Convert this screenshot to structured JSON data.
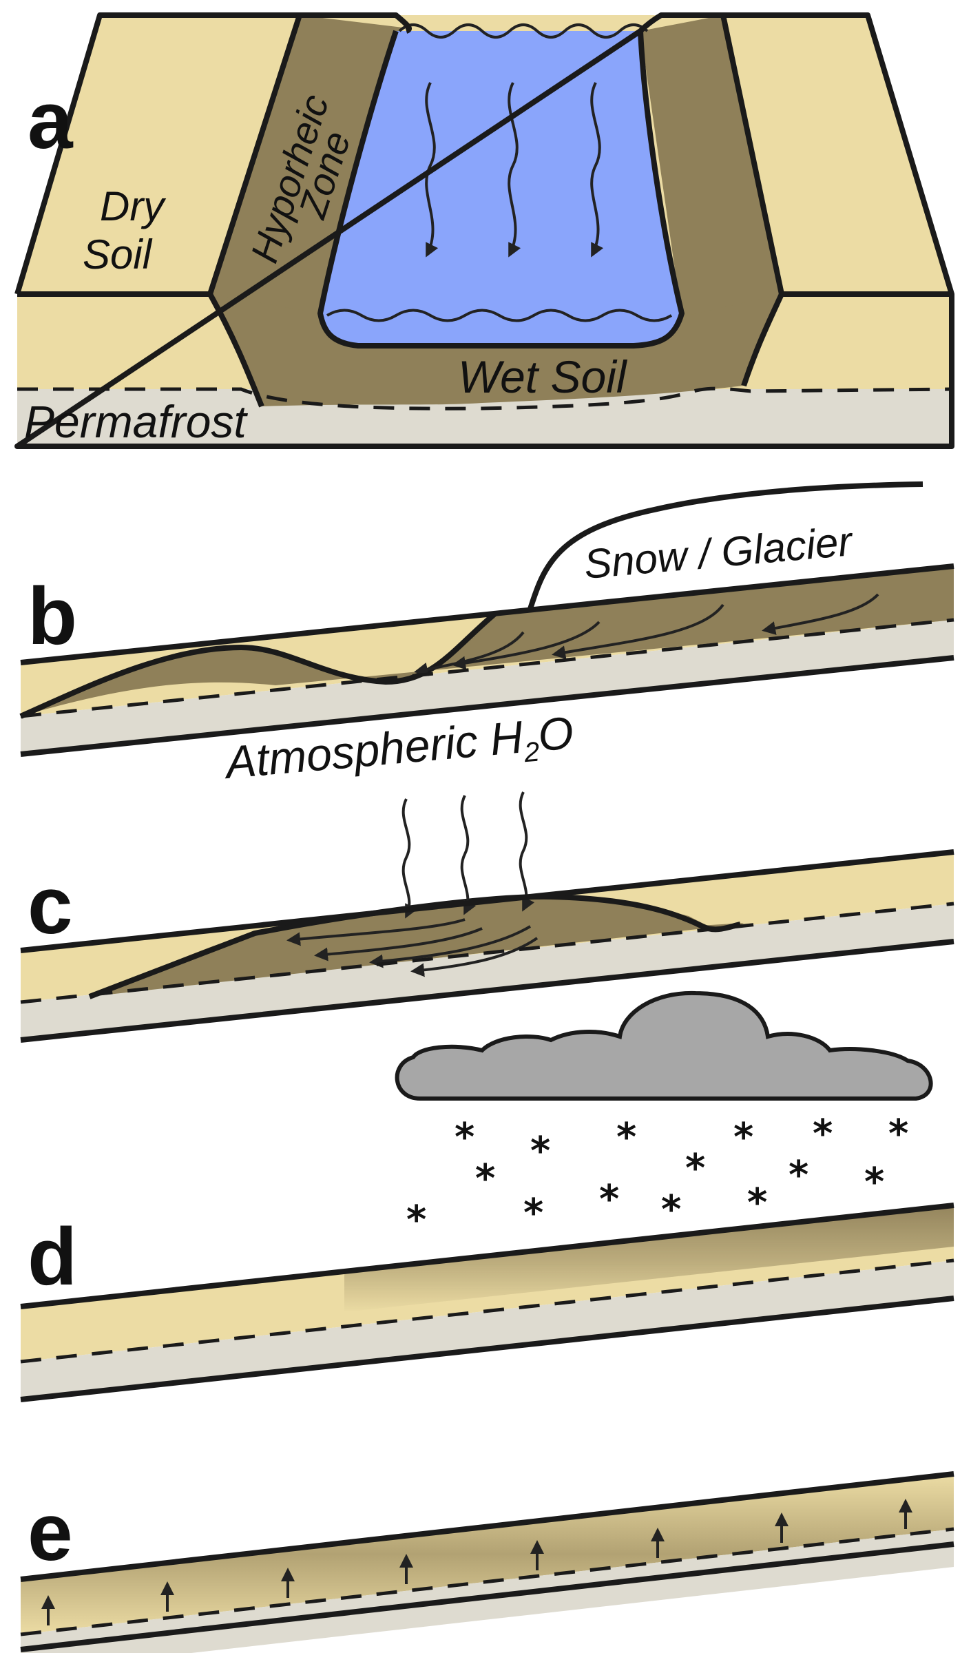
{
  "colors": {
    "dry_soil": "#ecdca4",
    "wet_soil": "#8f8059",
    "water": "#8aa5fb",
    "permafrost": "#dedbd0",
    "cloud": "#a7a7a7",
    "outline": "#1a1a1a"
  },
  "panels": {
    "a": {
      "letter": "a",
      "labels": {
        "dry_soil_line1": "Dry",
        "dry_soil_line2": "Soil",
        "hyporheic_line1": "Hyporheic",
        "hyporheic_line2": "Zone",
        "wet_soil": "Wet Soil",
        "permafrost": "Permafrost"
      }
    },
    "b": {
      "letter": "b",
      "labels": {
        "snow_glacier": "Snow / Glacier"
      }
    },
    "c": {
      "letter": "c",
      "labels": {
        "atmospheric": "Atmospheric H",
        "subscript": "2",
        "suffix": "O"
      }
    },
    "d": {
      "letter": "d",
      "snow_symbol": "*"
    },
    "e": {
      "letter": "e"
    }
  }
}
